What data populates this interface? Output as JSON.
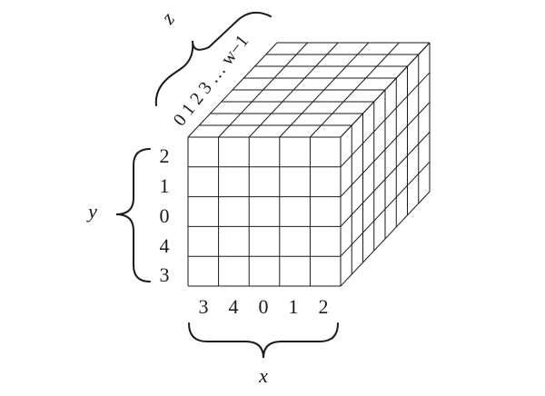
{
  "diagram": {
    "axes": {
      "x": {
        "label": "x",
        "ticks": [
          "3",
          "4",
          "0",
          "1",
          "2"
        ]
      },
      "y": {
        "label": "y",
        "ticks": [
          "2",
          "1",
          "0",
          "4",
          "3"
        ]
      },
      "z": {
        "label": "z",
        "ticks": "0 1 2 3 … w−1"
      }
    },
    "grid": {
      "front_cols": 5,
      "front_rows": 5,
      "depth_cells": 8
    }
  }
}
